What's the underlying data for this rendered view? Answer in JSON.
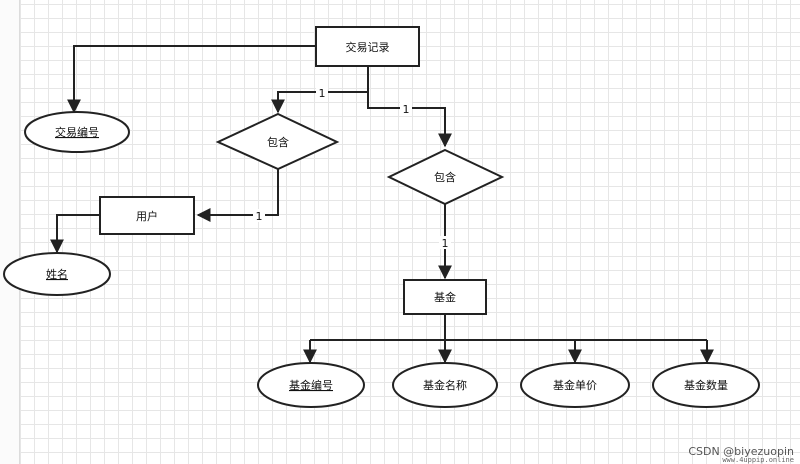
{
  "diagram": {
    "entities": {
      "transaction_record": "交易记录",
      "user": "用户",
      "fund": "基金"
    },
    "relationships": {
      "contains_left": "包含",
      "contains_right": "包含"
    },
    "attributes": {
      "transaction_id": "交易编号",
      "name": "姓名",
      "fund_id": "基金编号",
      "fund_name": "基金名称",
      "fund_unit_price": "基金单价",
      "fund_quantity": "基金数量"
    },
    "cardinalities": {
      "record_to_left_contains": "1",
      "record_to_right_contains": "1",
      "left_contains_to_user": "1",
      "right_contains_to_fund": "1"
    }
  },
  "watermark": {
    "text": "CSDN @biyezuopin",
    "subtext": "www.4uppip.online"
  }
}
